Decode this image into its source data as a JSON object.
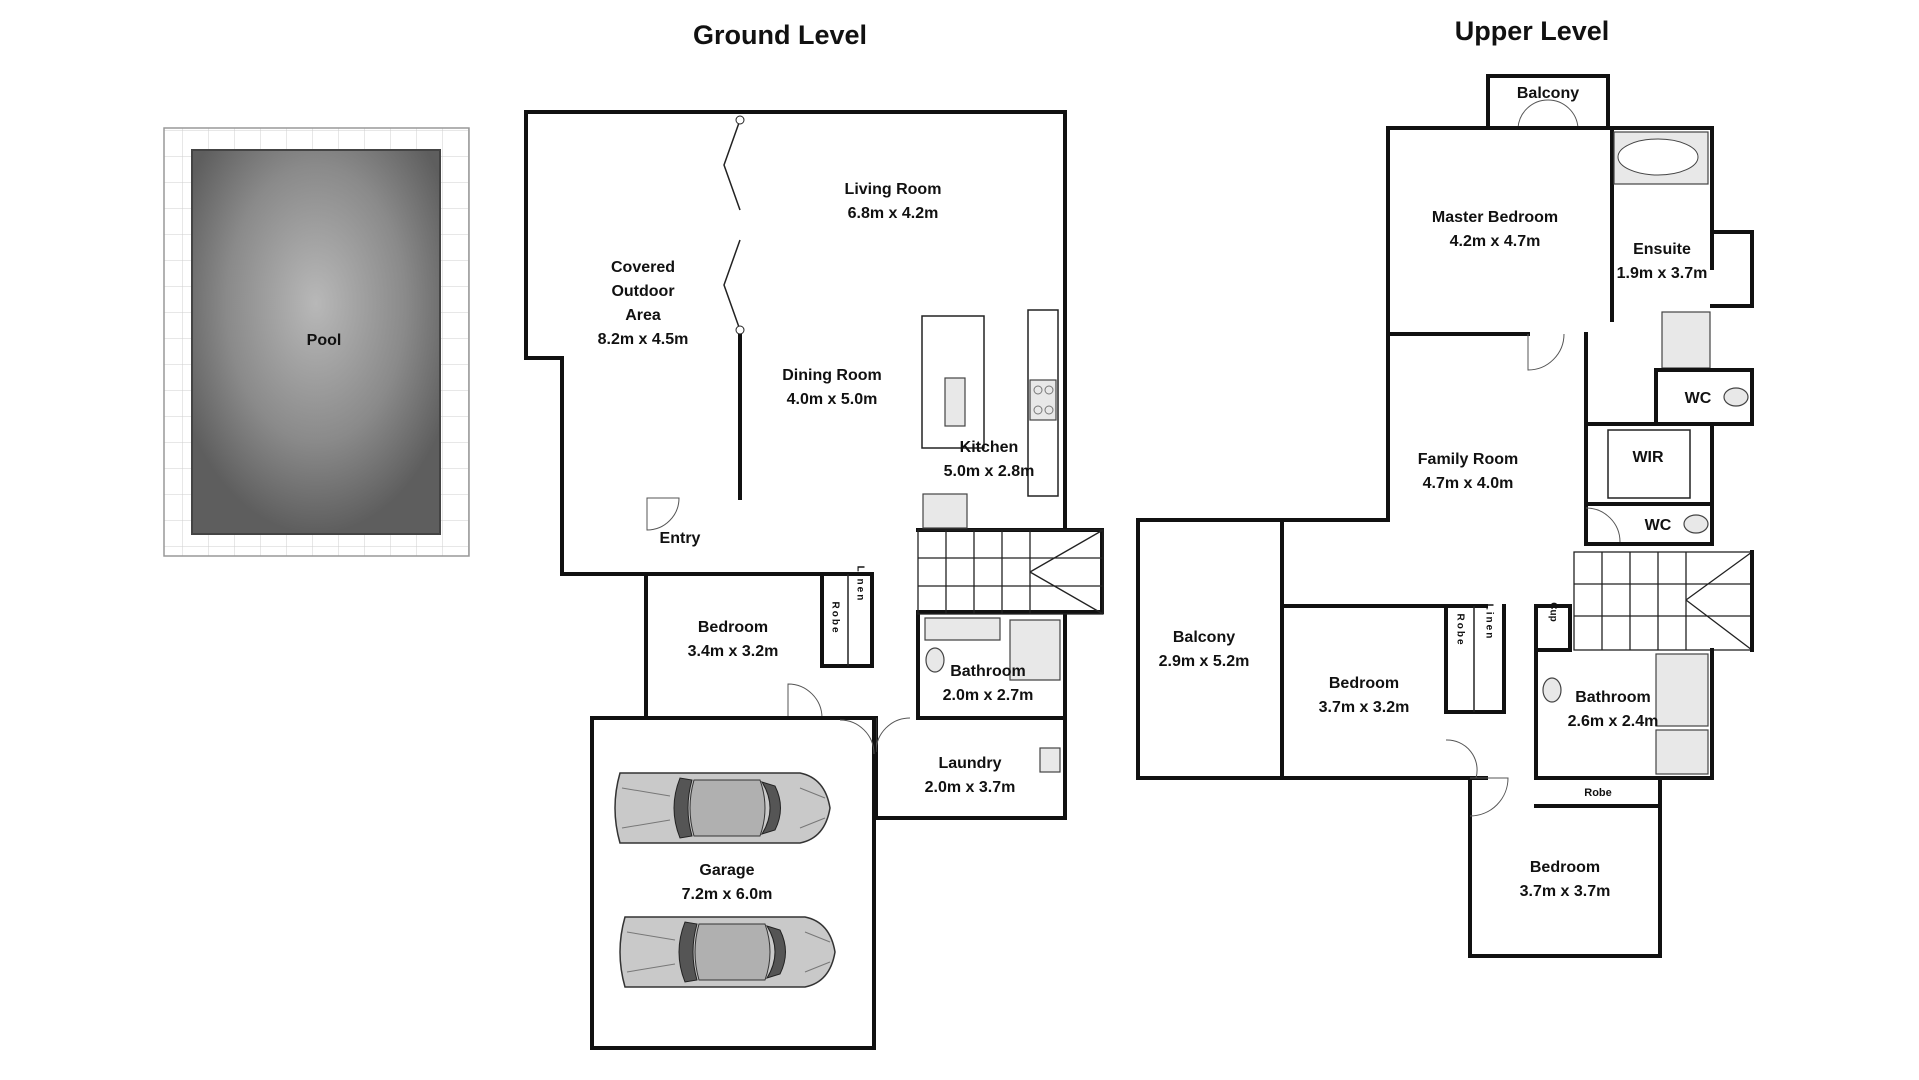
{
  "titles": {
    "ground": "Ground Level",
    "upper": "Upper Level"
  },
  "ground": {
    "pool": "Pool",
    "covered_outdoor": {
      "line1": "Covered",
      "line2": "Outdoor",
      "line3": "Area",
      "size": "8.2m x 4.5m"
    },
    "living_room": {
      "name": "Living Room",
      "size": "6.8m x 4.2m"
    },
    "dining_room": {
      "name": "Dining Room",
      "size": "4.0m x 5.0m"
    },
    "kitchen": {
      "name": "Kitchen",
      "size": "5.0m x 2.8m"
    },
    "entry": "Entry",
    "bedroom": {
      "name": "Bedroom",
      "size": "3.4m x 3.2m"
    },
    "robe": "Robe",
    "linen": "Linen",
    "bathroom": {
      "name": "Bathroom",
      "size": "2.0m x 2.7m"
    },
    "laundry": {
      "name": "Laundry",
      "size": "2.0m x 3.7m"
    },
    "garage": {
      "name": "Garage",
      "size": "7.2m x 6.0m"
    }
  },
  "upper": {
    "balcony_top": "Balcony",
    "master_bedroom": {
      "name": "Master Bedroom",
      "size": "4.2m x 4.7m"
    },
    "ensuite": {
      "name": "Ensuite",
      "size": "1.9m x 3.7m"
    },
    "wc1": "WC",
    "wir": "WIR",
    "family_room": {
      "name": "Family Room",
      "size": "4.7m x 4.0m"
    },
    "wc2": "WC",
    "balcony_side": {
      "name": "Balcony",
      "size": "2.9m x 5.2m"
    },
    "bedroom2": {
      "name": "Bedroom",
      "size": "3.7m x 3.2m"
    },
    "robe": "Robe",
    "linen": "Linen",
    "cupboard": "Cup",
    "bathroom": {
      "name": "Bathroom",
      "size": "2.6m x 2.4m"
    },
    "robe_small": "Robe",
    "bedroom3": {
      "name": "Bedroom",
      "size": "3.7m x 3.7m"
    }
  }
}
